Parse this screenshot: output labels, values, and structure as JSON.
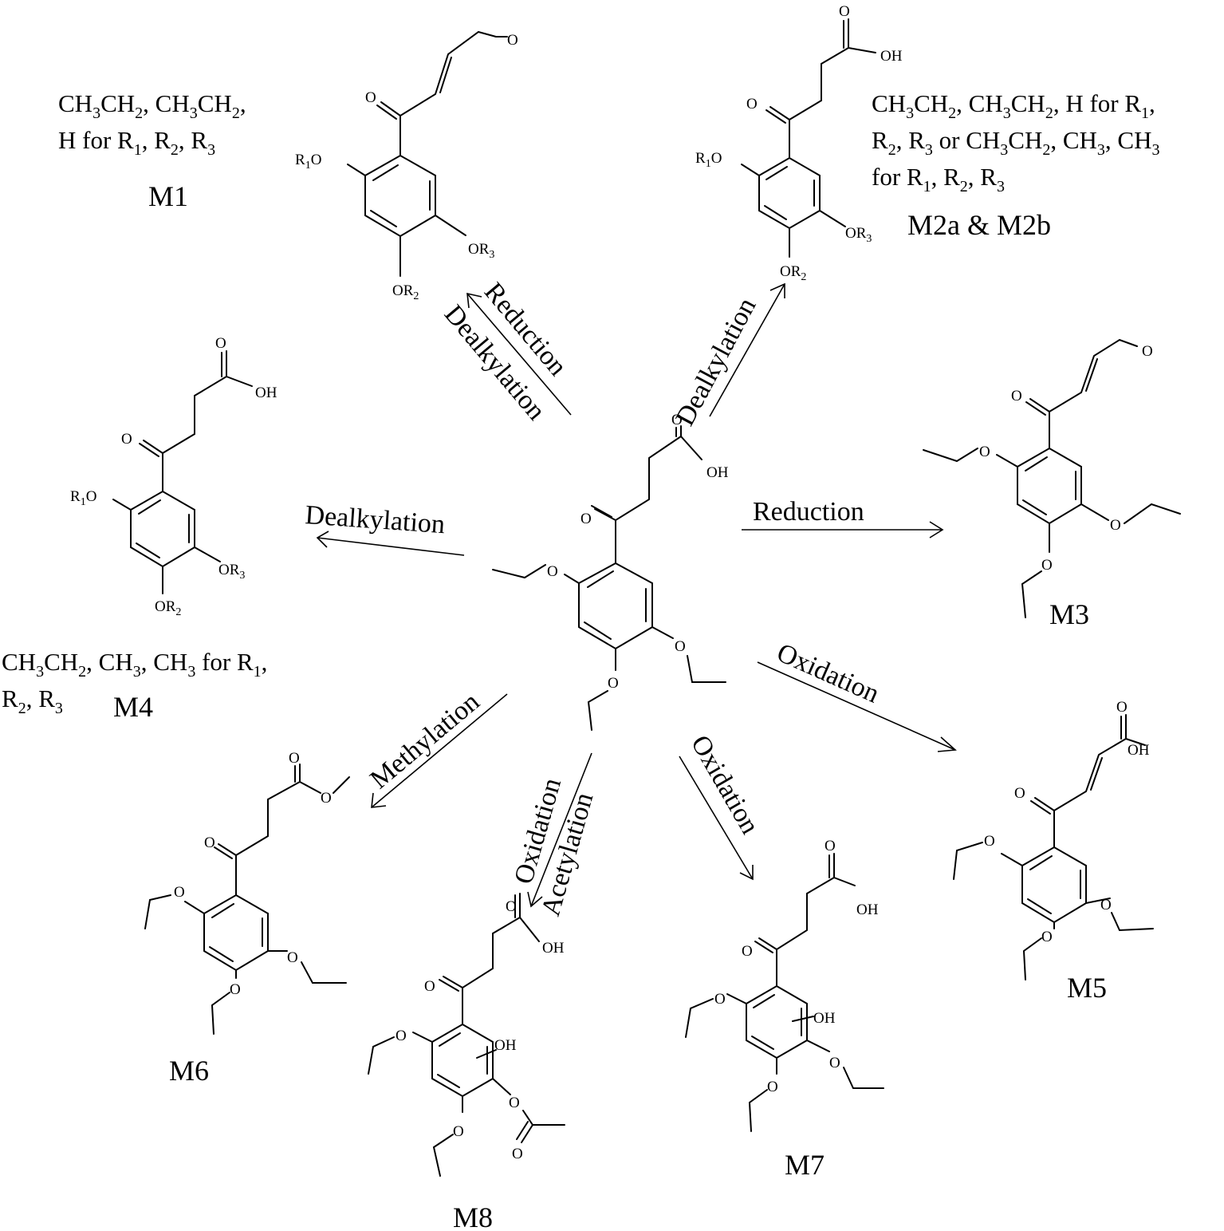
{
  "center": {
    "atoms": {
      "ketone_o": "O",
      "acid_o": "O",
      "acid_oh": "OH"
    }
  },
  "metabolites": [
    {
      "id": "M1",
      "label": "M1",
      "substituents": [
        "CH3CH2, CH3CH2,",
        "H for R1, R2, R3"
      ],
      "atoms": {
        "r1o": "R1O",
        "or3": "OR3",
        "or2": "OR2",
        "ketone_o": "O",
        "ald_o": "O"
      }
    },
    {
      "id": "M2",
      "label": "M2a & M2b",
      "substituents": [
        "CH3CH2, CH3CH2, H for R1,",
        "R2, R3 or CH3CH2, CH3, CH3",
        "for R1, R2, R3"
      ],
      "atoms": {
        "r1o": "R1O",
        "or3": "OR3",
        "or2": "OR2",
        "ketone_o": "O",
        "acid_o": "O",
        "acid_oh": "OH"
      }
    },
    {
      "id": "M3",
      "label": "M3",
      "atoms": {
        "ketone_o": "O",
        "ald_o": "O",
        "o2": "O",
        "o4": "O",
        "o5": "O"
      }
    },
    {
      "id": "M4",
      "label": "M4",
      "substituents": [
        "CH3CH2, CH3, CH3 for R1,",
        "R2, R3"
      ],
      "atoms": {
        "r1o": "R1O",
        "or3": "OR3",
        "or2": "OR2",
        "ketone_o": "O",
        "acid_o": "O",
        "acid_oh": "OH"
      }
    },
    {
      "id": "M5",
      "label": "M5",
      "atoms": {
        "ketone_o": "O",
        "acid_o": "O",
        "acid_oh": "OH",
        "o2": "O",
        "o4": "O",
        "o5": "O"
      }
    },
    {
      "id": "M6",
      "label": "M6",
      "atoms": {
        "ketone_o": "O",
        "ester_o": "O",
        "ester_o2": "O",
        "o2": "O",
        "o4": "O",
        "o5": "O"
      }
    },
    {
      "id": "M7",
      "label": "M7",
      "atoms": {
        "ketone_o": "O",
        "acid_o": "O",
        "acid_oh": "OH",
        "ring_oh": "OH",
        "o2": "O",
        "o4": "O",
        "o5": "O"
      }
    },
    {
      "id": "M8",
      "label": "M8",
      "atoms": {
        "ketone_o": "O",
        "acid_o": "O",
        "acid_oh": "OH",
        "ring_oh": "OH",
        "o2": "O",
        "o4": "O",
        "o5": "O",
        "acetyl_o": "O"
      }
    }
  ],
  "reactions": [
    {
      "to": "M1",
      "labels": [
        "Reduction",
        "Dealkylation"
      ]
    },
    {
      "to": "M2",
      "labels": [
        "Dealkylation"
      ]
    },
    {
      "to": "M3",
      "labels": [
        "Reduction"
      ]
    },
    {
      "to": "M4",
      "labels": [
        "Dealkylation"
      ]
    },
    {
      "to": "M5",
      "labels": [
        "Oxidation"
      ]
    },
    {
      "to": "M6",
      "labels": [
        "Methylation"
      ]
    },
    {
      "to": "M7",
      "labels": [
        "Oxidation"
      ]
    },
    {
      "to": "M8",
      "labels": [
        "Oxidation",
        "Acetylation"
      ]
    }
  ]
}
